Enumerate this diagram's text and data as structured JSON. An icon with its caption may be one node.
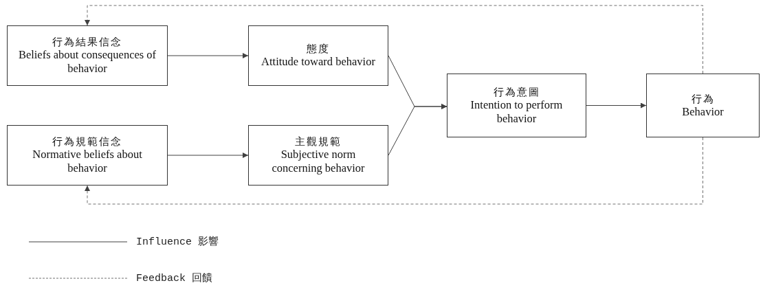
{
  "diagram": {
    "nodes": [
      {
        "text": [
          "行為結果信念",
          "Beliefs about consequences of behavior"
        ]
      },
      {
        "text": [
          "態度",
          "Attitude toward behavior"
        ]
      },
      {
        "text": [
          "行為規範信念",
          "Normative beliefs about behavior"
        ]
      },
      {
        "text": [
          "主觀規範",
          "Subjective norm concerning behavior"
        ]
      },
      {
        "text": [
          "行為意圖",
          "Intention to perform behavior"
        ]
      },
      {
        "text": [
          "行為",
          "Behavior"
        ]
      }
    ],
    "edges": [
      {
        "from": 0,
        "to": 1,
        "arrow": "to"
      },
      {
        "from": 2,
        "to": 3,
        "arrow": "to"
      },
      {
        "from": 1,
        "to": 4,
        "arrow": "to"
      },
      {
        "from": 3,
        "to": 4,
        "arrow": "to"
      },
      {
        "from": 4,
        "to": 5,
        "arrow": "to"
      },
      {
        "from": 5,
        "to": 0,
        "arrow": "to",
        "style": "dashed"
      },
      {
        "from": 5,
        "to": 2,
        "arrow": "to",
        "style": "dashed"
      }
    ],
    "legend": [
      {
        "text": "Influence 影響"
      },
      {
        "text": "Feedback 回饋"
      }
    ]
  }
}
